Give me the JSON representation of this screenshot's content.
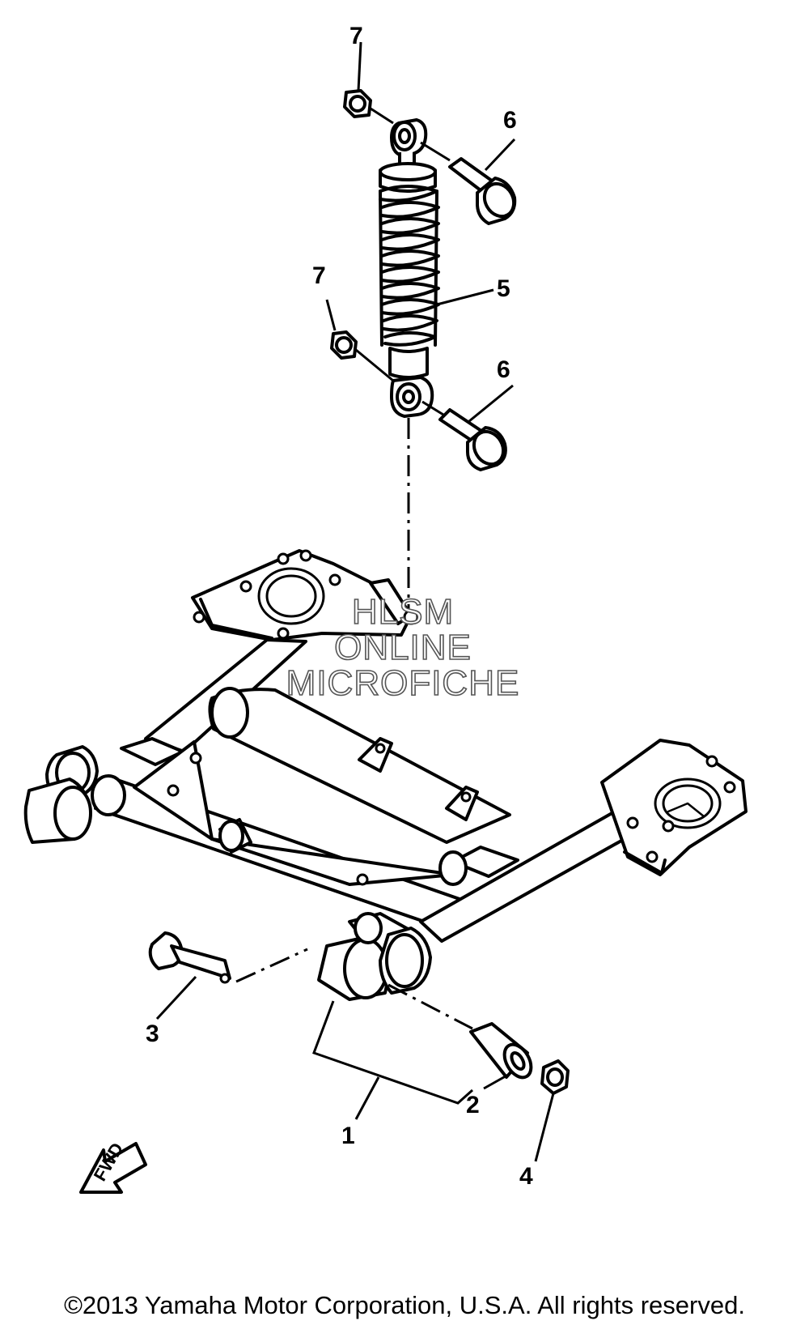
{
  "callouts": {
    "c1": "1",
    "c2": "2",
    "c3": "3",
    "c4": "4",
    "c5": "5",
    "c6a": "6",
    "c6b": "6",
    "c7a": "7",
    "c7b": "7"
  },
  "watermark": {
    "line1": "HLSM",
    "line2": "ONLINE",
    "line3": "MICROFICHE"
  },
  "fwd_label": "FWD",
  "copyright": "©2013 Yamaha Motor Corporation, U.S.A. All rights reserved."
}
